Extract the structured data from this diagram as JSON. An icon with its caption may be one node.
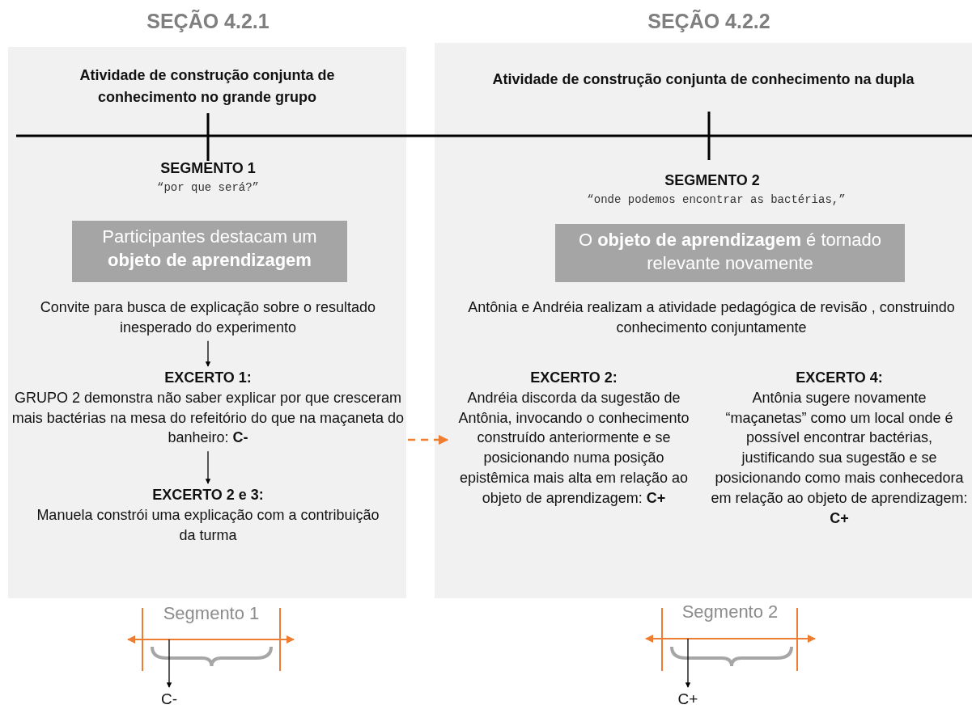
{
  "diagram": {
    "nodes": [
      {
        "text": [
          "Atividade de construção conjunta de conhecimento no grande grupo"
        ],
        "beside": [
          "SEÇÃO 4.2.1"
        ]
      },
      {
        "text": [
          "Participantes destacam um **objeto de aprendizagem**"
        ],
        "in": 0
      },
      {
        "text": [
          "Convite para busca de explicação sobre o resultado inesperado do experimento"
        ],
        "in": 0
      },
      {
        "text": [
          "EXCERTO 1:",
          "GRUPO 2 demonstra não saber explicar por que cresceram mais bactérias na mesa do refeitório do que na maçaneta do banheiro: **C-**"
        ],
        "in": 0
      },
      {
        "text": [
          "EXCERTO 2 e 3:",
          "Manuela constrói uma explicação com a contribuição da turma"
        ],
        "in": 0
      },
      {
        "text": [
          "Atividade de construção conjunta de conhecimento na dupla"
        ],
        "beside": [
          "SEÇÃO 4.2.2"
        ]
      },
      {
        "text": [
          "O **objeto de aprendizagem** é tornado relevante novamente"
        ],
        "in": 5
      },
      {
        "text": [
          "Antônia e Andréia realizam a atividade pedagógica de revisão , construindo conhecimento conjuntamente"
        ],
        "in": 5
      },
      {
        "text": [
          "EXCERTO 2:",
          "Andréia discorda da sugestão de Antônia, invocando o conhecimento construído anteriormente e se posicionando numa posição epistêmica mais alta em relação ao objeto de aprendizagem: **C+**"
        ],
        "in": 5
      },
      {
        "text": [
          "EXCERTO 4:",
          "Antônia sugere novamente “maçanetas” como um local onde é possível encontrar bactérias, justificando sua sugestão e se posicionando como mais conhecedora em relação ao objeto de aprendizagem: **C+**"
        ],
        "in": 5
      },
      {
        "text": [],
        "shape": "bar"
      },
      {
        "text": [
          "C-"
        ]
      },
      {
        "text": [],
        "shape": "bar"
      },
      {
        "text": [
          "C+"
        ]
      }
    ],
    "edges": [
      {
        "from": 2,
        "to": 3,
        "arrow": "to"
      },
      {
        "from": 3,
        "to": 4,
        "arrow": "to"
      },
      {
        "from": 3,
        "to": 8,
        "arrow": "to",
        "style": "dashed",
        "color": "#ed7d31"
      },
      {
        "from": 10,
        "to": 11,
        "arrow": "to"
      },
      {
        "from": 12,
        "to": 13,
        "arrow": "to"
      }
    ],
    "labels": [
      "SEGMENTO 1",
      "“por que será?”",
      "SEGMENTO 2",
      "“onde podemos encontrar as bactérias,”",
      "Segmento 1",
      "Segmento 2"
    ]
  }
}
